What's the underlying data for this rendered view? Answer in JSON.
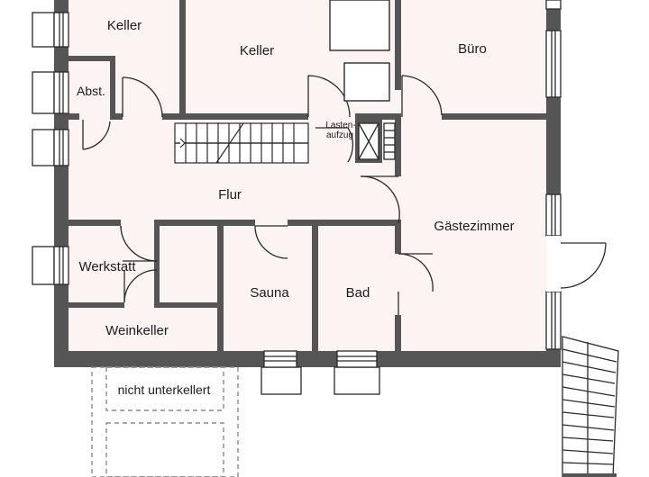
{
  "rooms": {
    "keller_left": "Keller",
    "keller_mid": "Keller",
    "buero": "Büro",
    "abst": "Abst.",
    "lastenaufzug_1": "Lasten-",
    "lastenaufzug_2": "aufzug",
    "flur": "Flur",
    "gaestezimmer": "Gästezimmer",
    "werkstatt": "Werkstatt",
    "sauna": "Sauna",
    "bad": "Bad",
    "weinkeller": "Weinkeller"
  },
  "annotations": {
    "nicht_unterkellert": "nicht unterkellert"
  },
  "colors": {
    "wall": "#555555",
    "floor": "#fcf3f3",
    "line": "#2a2a2a",
    "dashed": "#8a8a8a"
  }
}
